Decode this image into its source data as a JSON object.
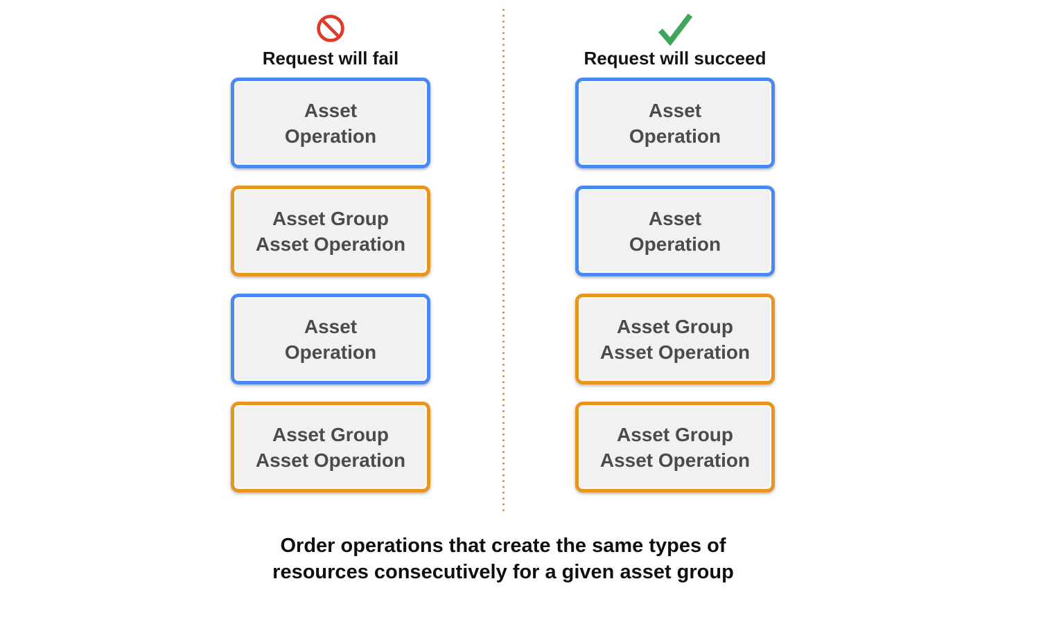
{
  "diagram": {
    "columns": [
      {
        "title": "Request will fail",
        "icon": "prohibited-icon",
        "boxes": [
          {
            "line1": "Asset",
            "line2": "Operation",
            "color": "blue"
          },
          {
            "line1": "Asset Group",
            "line2": "Asset Operation",
            "color": "orange"
          },
          {
            "line1": "Asset",
            "line2": "Operation",
            "color": "blue"
          },
          {
            "line1": "Asset Group",
            "line2": "Asset Operation",
            "color": "orange"
          }
        ]
      },
      {
        "title": "Request will succeed",
        "icon": "checkmark-icon",
        "boxes": [
          {
            "line1": "Asset",
            "line2": "Operation",
            "color": "blue"
          },
          {
            "line1": "Asset",
            "line2": "Operation",
            "color": "blue"
          },
          {
            "line1": "Asset Group",
            "line2": "Asset Operation",
            "color": "orange"
          },
          {
            "line1": "Asset Group",
            "line2": "Asset Operation",
            "color": "orange"
          }
        ]
      }
    ],
    "caption": {
      "line1": "Order operations that create the same types of",
      "line2": "resources consecutively for a given asset group"
    },
    "colors": {
      "blue_border": "#4A89F4",
      "orange_border": "#E8941E",
      "box_fill": "#F1F1F2",
      "box_text": "#494B4E",
      "fail_icon_red": "#DE3C2B",
      "success_icon_green": "#3EA65A",
      "divider_orange": "#E8941E",
      "heading_text": "#121315",
      "caption_text": "#0E0F10",
      "background": "#FFFFFF"
    }
  }
}
